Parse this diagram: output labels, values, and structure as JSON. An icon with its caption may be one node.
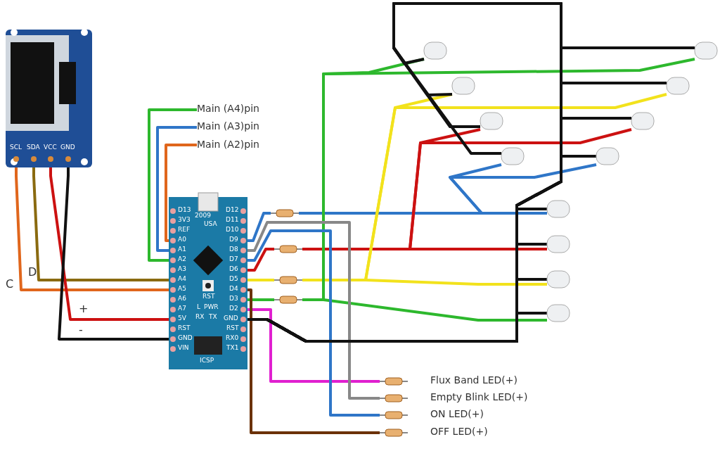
{
  "diagram": {
    "nodes": [
      {
        "text": [],
        "shape": "picture"
      },
      {
        "text": [],
        "shape": "picture"
      },
      {
        "text": [
          "Main (A4)pin"
        ]
      },
      {
        "text": [
          "Main (A3)pin"
        ]
      },
      {
        "text": [
          "Main (A2)pin"
        ]
      },
      {
        "text": [],
        "shape": "resistor"
      },
      {
        "text": [],
        "shape": "resistor"
      },
      {
        "text": [],
        "shape": "resistor"
      },
      {
        "text": [],
        "shape": "resistor"
      },
      {
        "text": [],
        "shape": "resistor",
        "beside": [
          "Flux Band LED(+)"
        ]
      },
      {
        "text": [],
        "shape": "resistor",
        "beside": [
          "Empty Blink LED(+)"
        ]
      },
      {
        "text": [],
        "shape": "resistor",
        "beside": [
          "ON LED(+)"
        ]
      },
      {
        "text": [],
        "shape": "resistor",
        "beside": [
          "OFF LED(+)"
        ]
      },
      {
        "text": [],
        "shape": "led"
      },
      {
        "text": [],
        "shape": "led"
      },
      {
        "text": [],
        "shape": "led"
      },
      {
        "text": [],
        "shape": "led"
      },
      {
        "text": [],
        "shape": "led"
      },
      {
        "text": [],
        "shape": "led"
      },
      {
        "text": [],
        "shape": "led"
      },
      {
        "text": [],
        "shape": "led"
      },
      {
        "text": [],
        "shape": "led"
      },
      {
        "text": [],
        "shape": "led"
      },
      {
        "text": [],
        "shape": "led"
      },
      {
        "text": [],
        "shape": "led"
      }
    ],
    "edges": [
      {
        "from": 1,
        "to": 2,
        "arrow": "none",
        "color": "#2db82d"
      },
      {
        "from": 1,
        "to": 3,
        "arrow": "none",
        "color": "#2f76c8"
      },
      {
        "from": 1,
        "to": 4,
        "arrow": "none",
        "color": "#e0661c"
      },
      {
        "from": 0,
        "to": 1,
        "arrow": "none",
        "color": "#e0661c",
        "label": "C"
      },
      {
        "from": 0,
        "to": 1,
        "arrow": "none",
        "color": "#8a6a10",
        "label": "D"
      },
      {
        "from": 0,
        "to": 1,
        "arrow": "none",
        "color": "#cc1111",
        "label": "+"
      },
      {
        "from": 0,
        "to": 1,
        "arrow": "none",
        "color": "#111111",
        "label": "-"
      },
      {
        "from": 1,
        "to": 5,
        "arrow": "none",
        "color": "#2f76c8"
      },
      {
        "from": 5,
        "to": 21,
        "arrow": "none",
        "color": "#2f76c8"
      },
      {
        "from": 5,
        "to": 19,
        "arrow": "none",
        "color": "#2f76c8"
      },
      {
        "from": 5,
        "to": 20,
        "arrow": "none",
        "color": "#2f76c8"
      },
      {
        "from": 1,
        "to": 6,
        "arrow": "none",
        "color": "#cc1111"
      },
      {
        "from": 6,
        "to": 22,
        "arrow": "none",
        "color": "#cc1111"
      },
      {
        "from": 6,
        "to": 17,
        "arrow": "none",
        "color": "#cc1111"
      },
      {
        "from": 6,
        "to": 18,
        "arrow": "none",
        "color": "#cc1111"
      },
      {
        "from": 1,
        "to": 7,
        "arrow": "none",
        "color": "#f2e21c"
      },
      {
        "from": 7,
        "to": 23,
        "arrow": "none",
        "color": "#f2e21c"
      },
      {
        "from": 7,
        "to": 15,
        "arrow": "none",
        "color": "#f2e21c"
      },
      {
        "from": 7,
        "to": 16,
        "arrow": "none",
        "color": "#f2e21c"
      },
      {
        "from": 1,
        "to": 8,
        "arrow": "none",
        "color": "#2db82d"
      },
      {
        "from": 8,
        "to": 24,
        "arrow": "none",
        "color": "#2db82d"
      },
      {
        "from": 8,
        "to": 13,
        "arrow": "none",
        "color": "#2db82d"
      },
      {
        "from": 8,
        "to": 14,
        "arrow": "none",
        "color": "#2db82d"
      },
      {
        "from": 1,
        "to": 9,
        "arrow": "none",
        "color": "#e020d0"
      },
      {
        "from": 1,
        "to": 10,
        "arrow": "none",
        "color": "#888888"
      },
      {
        "from": 1,
        "to": 11,
        "arrow": "none",
        "color": "#2f76c8"
      },
      {
        "from": 1,
        "to": 12,
        "arrow": "none",
        "color": "#6b3208"
      },
      {
        "from": 1,
        "to": 13,
        "arrow": "none",
        "color": "#111111"
      },
      {
        "from": 1,
        "to": 14,
        "arrow": "none",
        "color": "#111111"
      },
      {
        "from": 1,
        "to": 15,
        "arrow": "none",
        "color": "#111111"
      },
      {
        "from": 1,
        "to": 16,
        "arrow": "none",
        "color": "#111111"
      },
      {
        "from": 1,
        "to": 17,
        "arrow": "none",
        "color": "#111111"
      },
      {
        "from": 1,
        "to": 18,
        "arrow": "none",
        "color": "#111111"
      },
      {
        "from": 1,
        "to": 19,
        "arrow": "none",
        "color": "#111111"
      },
      {
        "from": 1,
        "to": 20,
        "arrow": "none",
        "color": "#111111"
      },
      {
        "from": 1,
        "to": 21,
        "arrow": "none",
        "color": "#111111"
      },
      {
        "from": 1,
        "to": 22,
        "arrow": "none",
        "color": "#111111"
      },
      {
        "from": 1,
        "to": 23,
        "arrow": "none",
        "color": "#111111"
      },
      {
        "from": 1,
        "to": 24,
        "arrow": "none",
        "color": "#111111"
      }
    ],
    "labels": [
      "SCL",
      "SDA",
      "VCC",
      "GND",
      "D13",
      "3V3",
      "REF",
      "A0",
      "A1",
      "A2",
      "A3",
      "A4",
      "A5",
      "A6",
      "A7",
      "5V",
      "RST",
      "GND",
      "VIN",
      "D12",
      "D11",
      "D10",
      "D9",
      "D8",
      "D7",
      "D6",
      "D5",
      "D4",
      "D3",
      "D2",
      "GND",
      "RST",
      "RX0",
      "TX1",
      "RST",
      "L",
      "PWR",
      "RX",
      "TX",
      "ICSP",
      "2009",
      "USA"
    ]
  }
}
